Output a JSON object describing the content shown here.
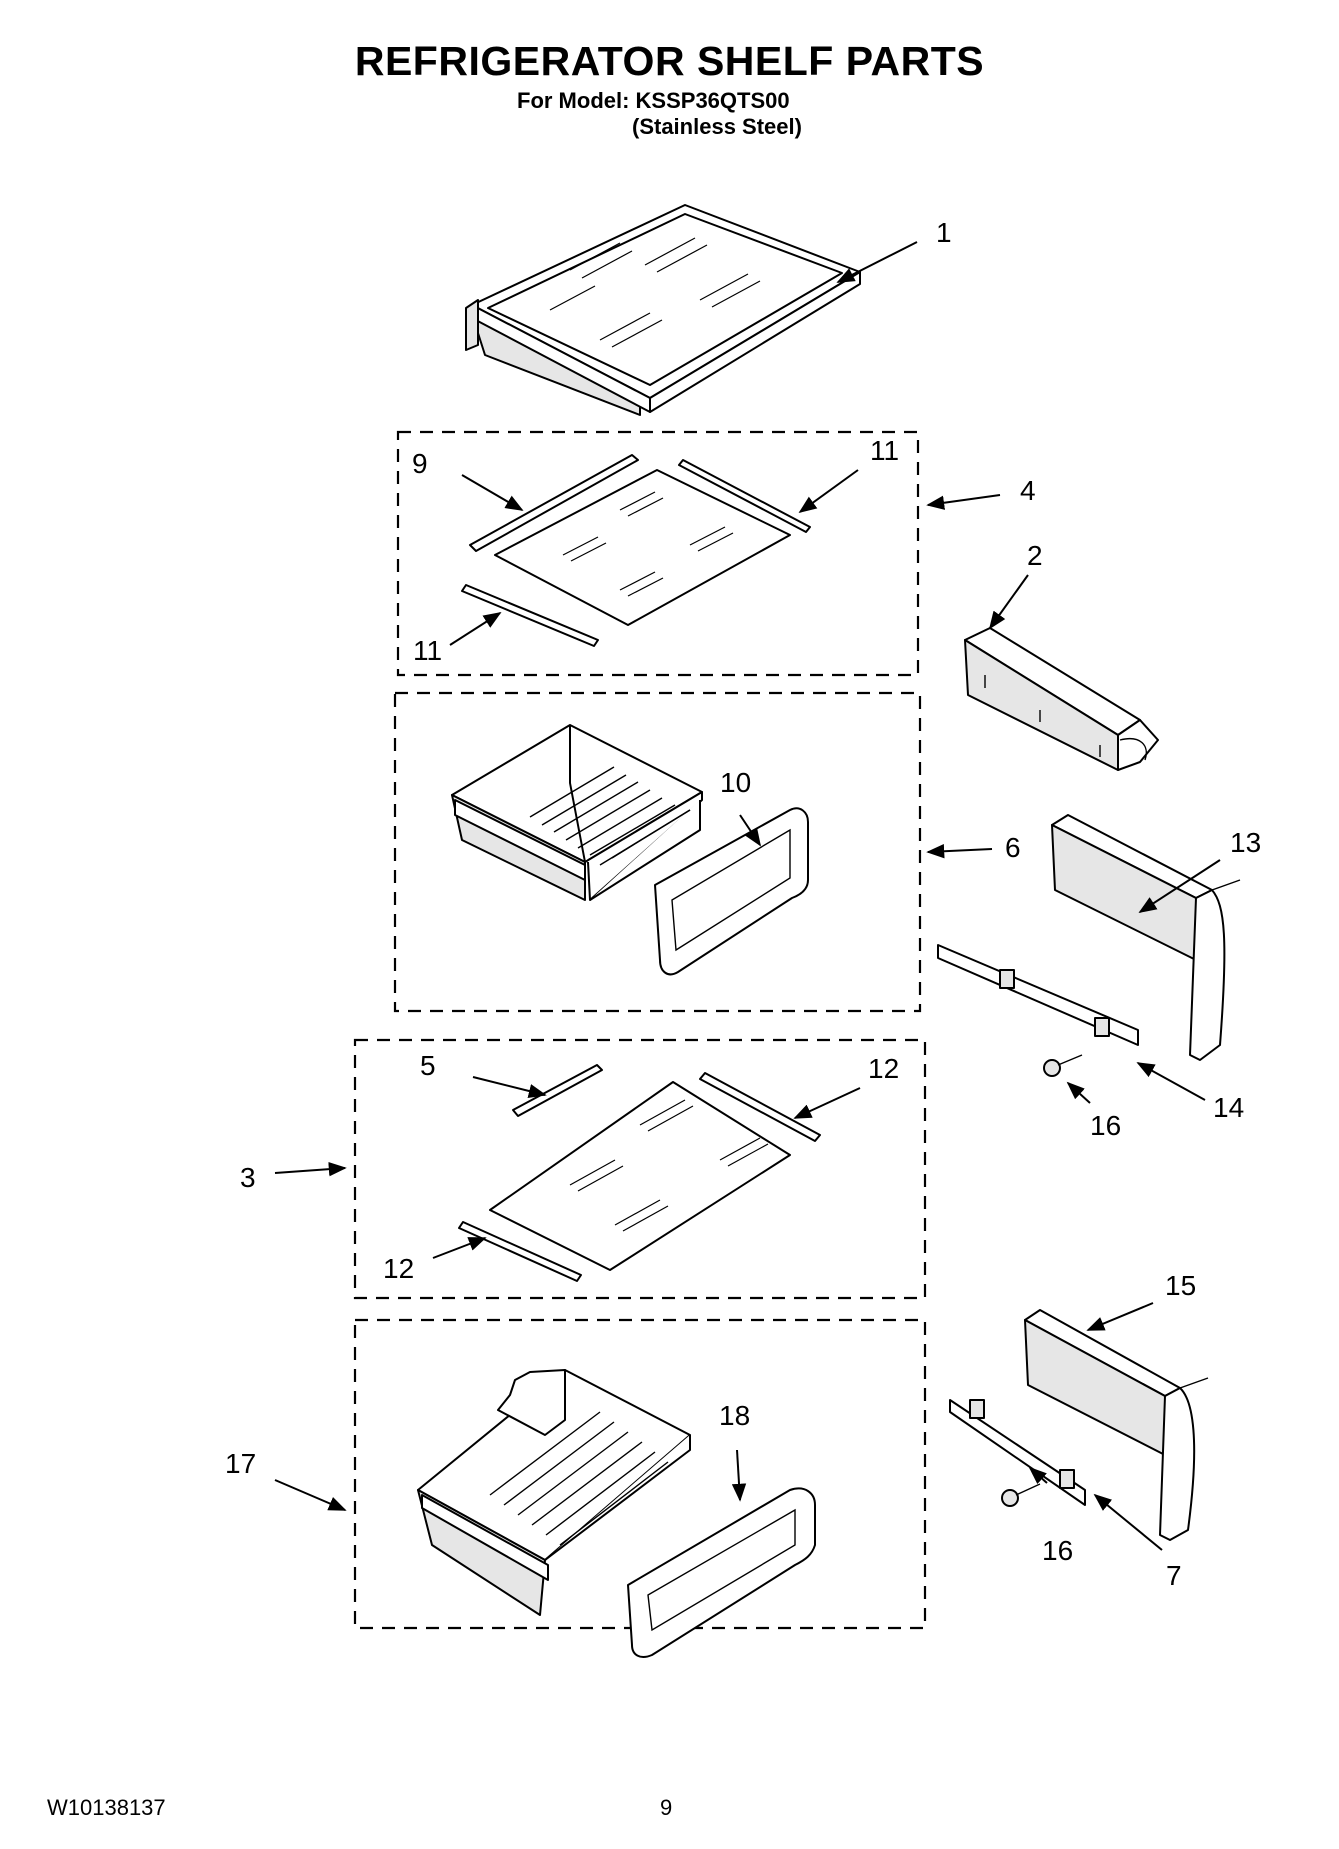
{
  "header": {
    "title": "REFRIGERATOR SHELF PARTS",
    "model_line": "For Model: KSSP36QTS00",
    "finish_line": "(Stainless Steel)"
  },
  "footer": {
    "doc_number": "W10138137",
    "page_number": "9"
  },
  "callouts": {
    "c1": "1",
    "c2": "2",
    "c3": "3",
    "c4": "4",
    "c5": "5",
    "c6": "6",
    "c7": "7",
    "c9": "9",
    "c10": "10",
    "c11a": "11",
    "c11b": "11",
    "c12a": "12",
    "c12b": "12",
    "c13": "13",
    "c14": "14",
    "c15": "15",
    "c16a": "16",
    "c16b": "16",
    "c17": "17",
    "c18": "18"
  }
}
